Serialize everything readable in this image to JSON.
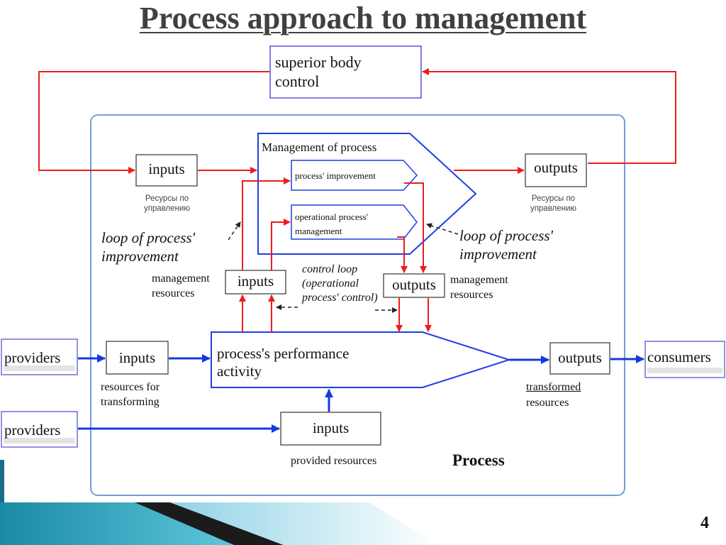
{
  "title": "Process approach to management",
  "page_number": "4",
  "superior": {
    "label": "superior body control"
  },
  "management": {
    "title": "Management of process",
    "improvement": "process' improvement",
    "operational": "operational process' management"
  },
  "top_inputs": {
    "label": "inputs",
    "note": "Ресурсы по управлению"
  },
  "top_outputs": {
    "label": "outputs",
    "note": "Ресурсы по управлению"
  },
  "loop_left": "loop of process' improvement",
  "loop_right": "loop of process' improvement",
  "mid_inputs": {
    "label": "inputs",
    "note": "management resources"
  },
  "mid_outputs": {
    "label": "outputs",
    "note": "management resources"
  },
  "control_loop": "control loop (operational process' control)",
  "performance": "process's performance activity",
  "providers_top": "providers",
  "providers_bottom": "providers",
  "left_inputs": {
    "label": "inputs",
    "note": "resources for transforming"
  },
  "right_outputs": {
    "label": "outputs",
    "note_underlined": "transformed",
    "note_rest": "resources"
  },
  "consumers": "consumers",
  "bottom_inputs": {
    "label": "inputs",
    "note": "provided resources"
  },
  "process_label": "Process",
  "colors": {
    "red_arrow": "#ee1c1c",
    "blue_arrow": "#1638e0",
    "frame": "#6f9fd8",
    "title": "#404040"
  }
}
